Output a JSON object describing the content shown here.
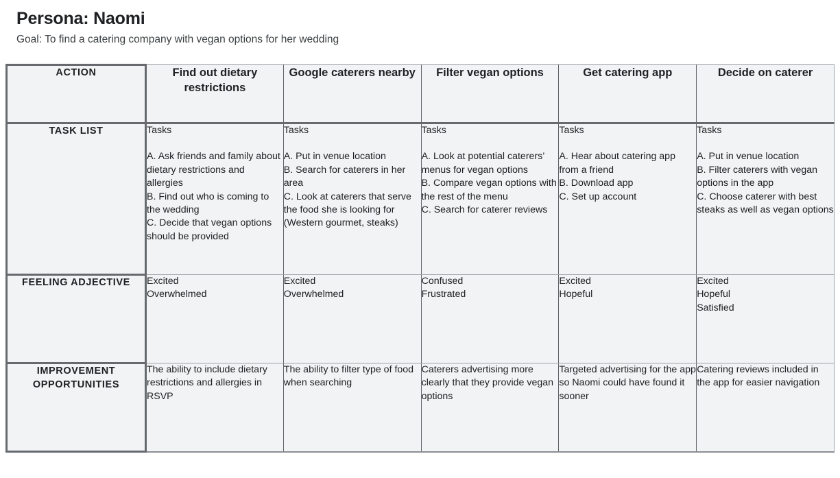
{
  "header": {
    "persona_title": "Persona: Naomi",
    "goal": "Goal: To find a catering company with vegan options for her wedding"
  },
  "table": {
    "row_labels": {
      "action": "ACTION",
      "task_list": "TASK LIST",
      "feeling_adjective": "FEELING ADJECTIVE",
      "improvement_opportunities": "IMPROVEMENT OPPORTUNITIES"
    },
    "tasks_heading": "Tasks",
    "colors": {
      "action_header_bg": "#d2e3fc",
      "cell_bg": "#f1f3f4",
      "thick_border": "#666a6e",
      "thin_border": "#5f6368"
    },
    "stages": [
      {
        "action": "Find out dietary restrictions",
        "tasks": "A. Ask friends and family about dietary restrictions and allergies\nB. Find out who is coming to the wedding\nC.  Decide that vegan options should be provided",
        "feeling": "Excited\nOverwhelmed",
        "improvement": "The ability to include dietary restrictions and allergies in RSVP"
      },
      {
        "action": "Google caterers nearby",
        "tasks": "A. Put in venue location\nB. Search for caterers in her area\nC. Look at caterers that serve the food she is looking for (Western gourmet, steaks)",
        "feeling": "Excited\nOverwhelmed",
        "improvement": "The ability to filter type of food when searching"
      },
      {
        "action": "Filter vegan options",
        "tasks": "A. Look at potential caterers’ menus for vegan options\nB. Compare vegan options with the rest of the menu\nC. Search for caterer reviews",
        "feeling": "Confused\nFrustrated",
        "improvement": "Caterers advertising more clearly that they provide vegan options"
      },
      {
        "action": "Get catering app",
        "tasks": "A. Hear about catering app from a friend\nB. Download app\nC.  Set up account",
        "feeling": "Excited\nHopeful",
        "improvement": "Targeted advertising for the app so Naomi could have found it sooner"
      },
      {
        "action": "Decide on caterer",
        "tasks": "A. Put in venue location\nB. Filter caterers with vegan options in the app\nC. Choose caterer with best steaks as well as vegan options",
        "feeling": "Excited\nHopeful\nSatisfied",
        "improvement": "Catering reviews included in the app for easier navigation"
      }
    ]
  }
}
